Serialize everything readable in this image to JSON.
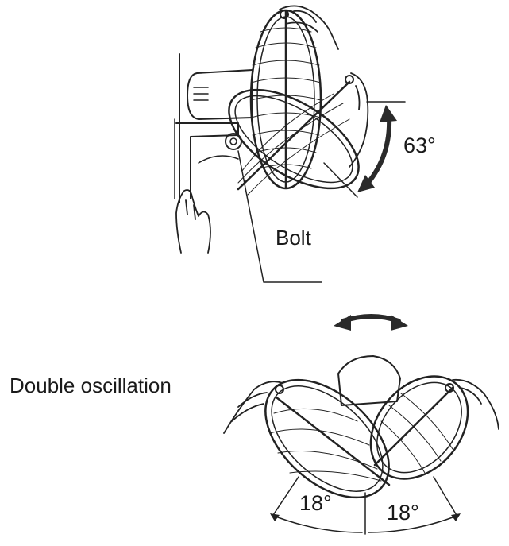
{
  "labels": {
    "tilt_angle": "63°",
    "bolt": "Bolt",
    "oscillation": "Double oscillation",
    "left_angle": "18°",
    "right_angle": "18°"
  },
  "colors": {
    "line": "#222222",
    "arrow": "#2a2a2a",
    "background": "#ffffff"
  }
}
